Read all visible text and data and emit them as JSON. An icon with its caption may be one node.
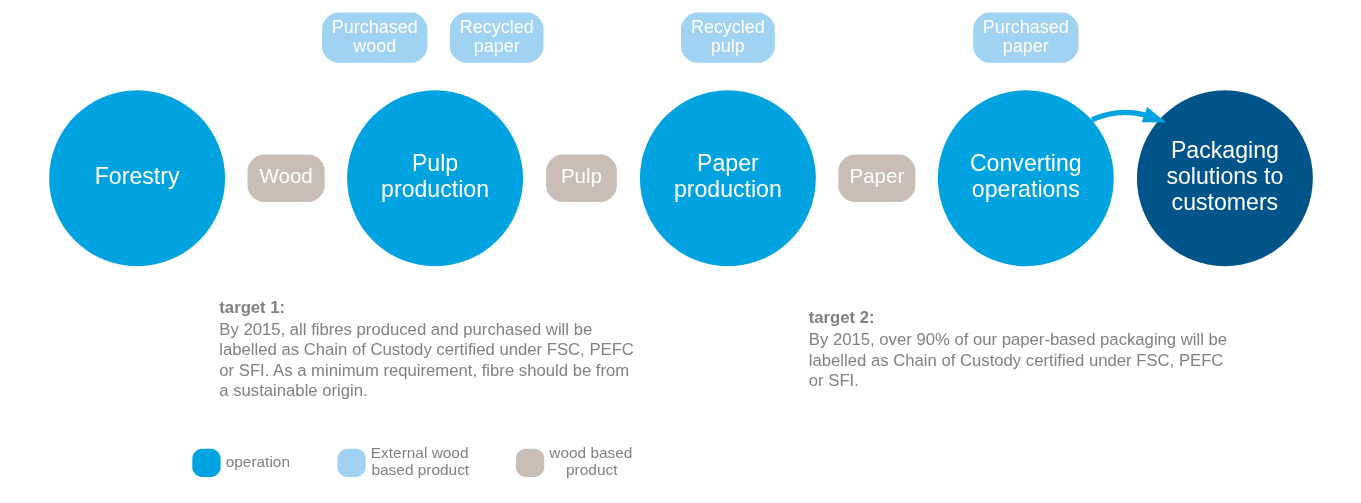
{
  "diagram": {
    "nodes": [
      {
        "text": [
          "Forestry"
        ]
      },
      {
        "text": [
          "Wood"
        ]
      },
      {
        "text": [
          "Pulp production"
        ]
      },
      {
        "text": [
          "Pulp"
        ]
      },
      {
        "text": [
          "Paper production"
        ]
      },
      {
        "text": [
          "Paper"
        ]
      },
      {
        "text": [
          "Converting operations"
        ]
      },
      {
        "text": [
          "Packaging solutions to customers"
        ]
      },
      {
        "text": [
          "Purchased wood"
        ]
      },
      {
        "text": [
          "Recycled paper"
        ]
      },
      {
        "text": [
          "Recycled pulp"
        ]
      },
      {
        "text": [
          "Purchased paper"
        ]
      }
    ],
    "edges": [
      {
        "from": 6,
        "to": 7,
        "arrow": "to"
      }
    ],
    "labels": [
      "target 1:",
      "By 2015, all fibres produced and purchased will be labelled as Chain of Custody certified under FSC, PEFC or SFI. As a minimum requirement, fibre should be from a sustainable origin.",
      "target 2:",
      "By 2015, over 90% of our paper-based packaging will be labelled as Chain of Custody certified under FSC, PEFC or SFI."
    ],
    "legend": [
      {
        "text": "operation",
        "color": "#00a3e0"
      },
      {
        "text": "External wood based product",
        "color": "#9fd3f1"
      },
      {
        "text": "wood based product",
        "color": "#c9bdb5"
      }
    ]
  }
}
